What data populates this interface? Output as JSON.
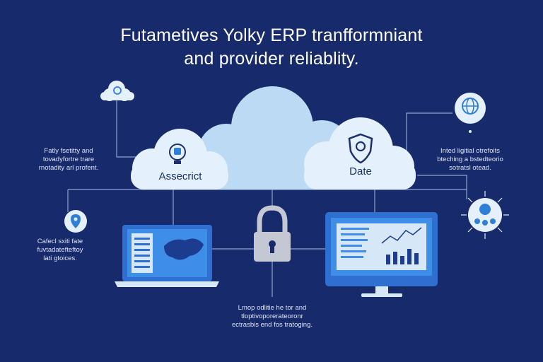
{
  "title": {
    "line1": "Futametives Yolky ERP tranfformniant",
    "line2": "and provider reliablity."
  },
  "clouds": {
    "left_label": "Assecrict",
    "right_label": "Date"
  },
  "notes": {
    "top_left": [
      "Fatly fsetitty and",
      "tovadyfortre trare",
      "rnotadity arl profent."
    ],
    "mid_left": [
      "Cafecl sxiti fate",
      "fuvtadatefteftoy",
      "lati gtoices."
    ],
    "top_right": [
      "Inted ligitial otrefoits",
      "bteching a bstedteorio",
      "sotratsl otead."
    ],
    "bottom": [
      "Lmop odlitie he tor and",
      "tloptivoporerateoronr",
      "ectrasbis end fos tratoging."
    ]
  },
  "icons": [
    "lock-cloud-icon",
    "location-pin-icon",
    "globe-icon",
    "team-network-icon",
    "padlock-icon",
    "shield-icon",
    "lightbulb-icon"
  ],
  "colors": {
    "background": "#172a6b",
    "cloud": "#d6e8f8",
    "cloud_back": "#bcdaf4",
    "accent": "#2f7fd8",
    "line": "#8ea4d4"
  }
}
